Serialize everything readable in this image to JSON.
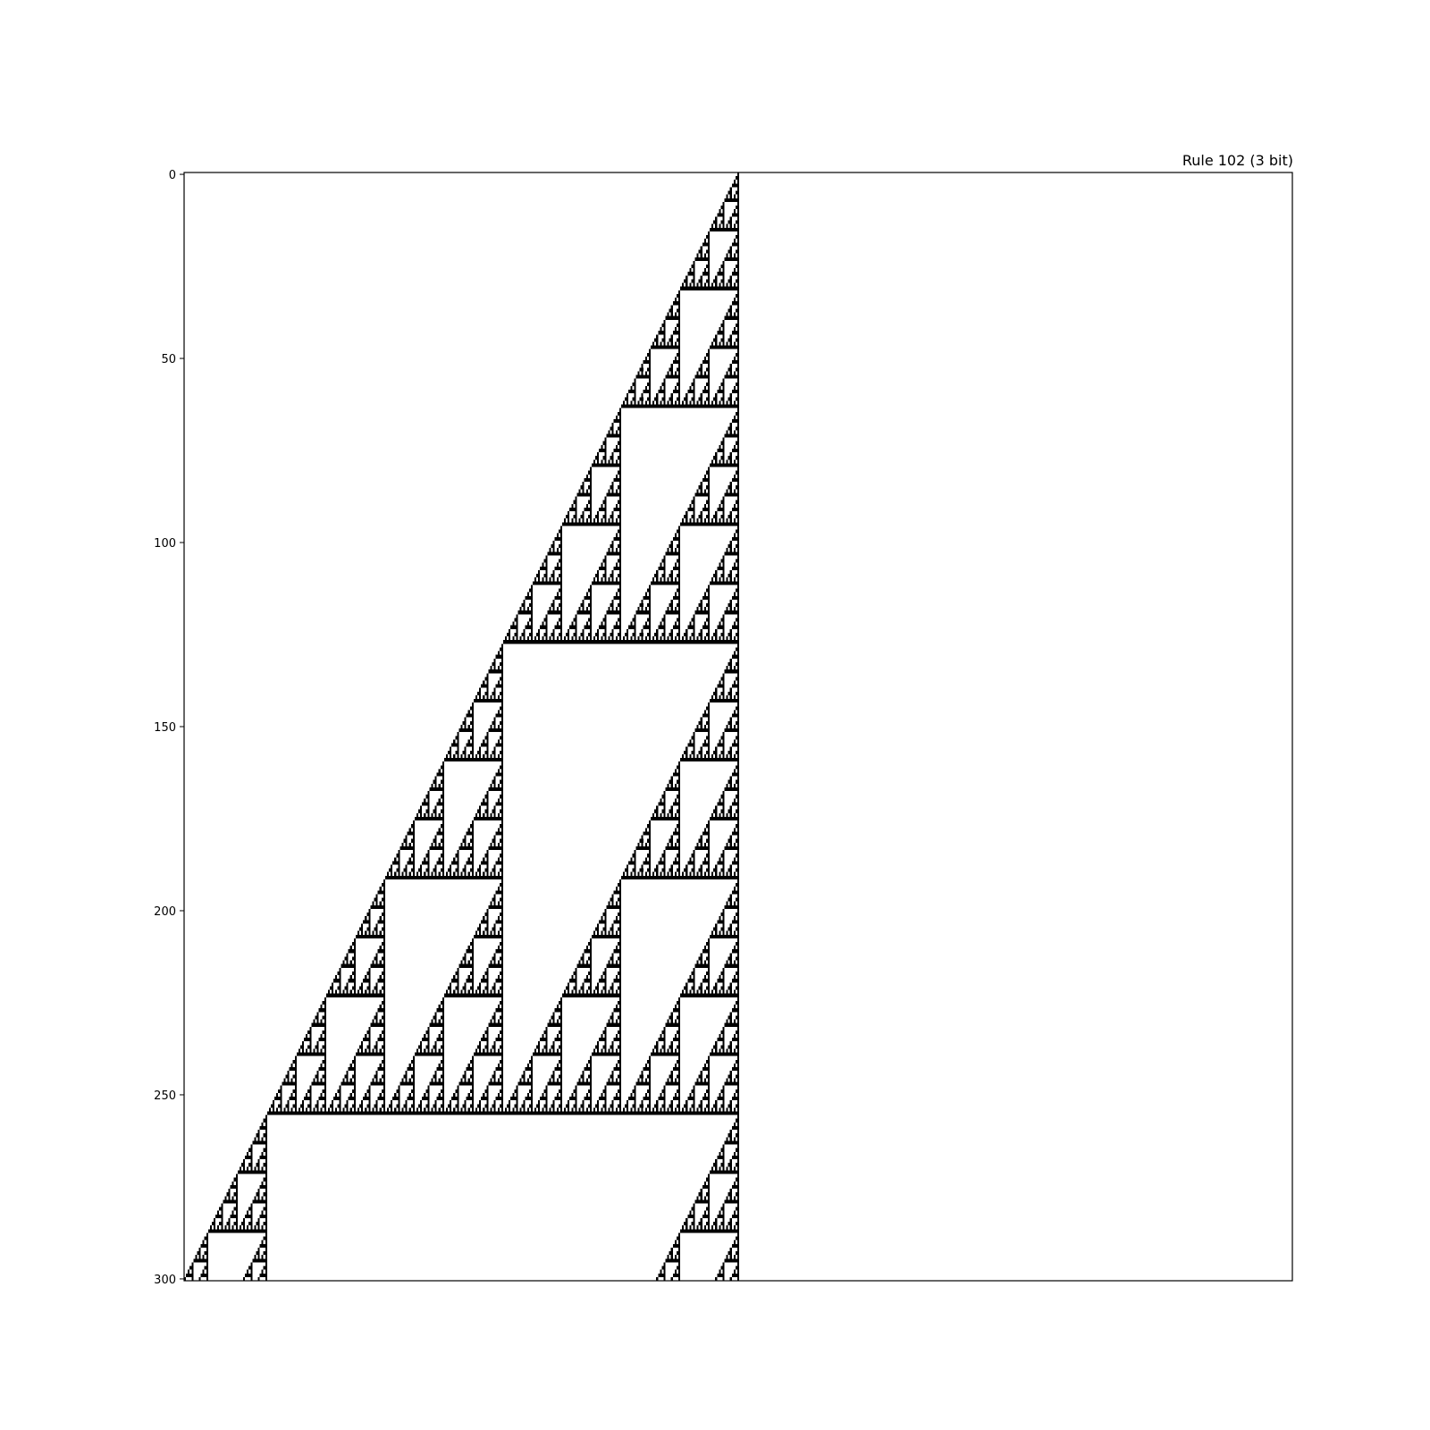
{
  "chart_data": {
    "type": "heatmap",
    "title": "Rule 102 (3 bit)",
    "xlabel": "",
    "ylabel": "",
    "rule": 102,
    "neighborhood_bits": 3,
    "initial_cell": 300,
    "grid_width": 601,
    "grid_height": 301,
    "xlim": [
      0,
      601
    ],
    "ylim": [
      0,
      301
    ],
    "yticks": [
      0,
      50,
      100,
      150,
      200,
      250,
      300
    ],
    "ytick_labels": [
      "0",
      "50",
      "100",
      "150",
      "200",
      "250",
      "300"
    ],
    "show_xticks": false,
    "grid": false,
    "colors": {
      "on": "#000000",
      "off": "#ffffff",
      "frame": "#000000"
    }
  }
}
